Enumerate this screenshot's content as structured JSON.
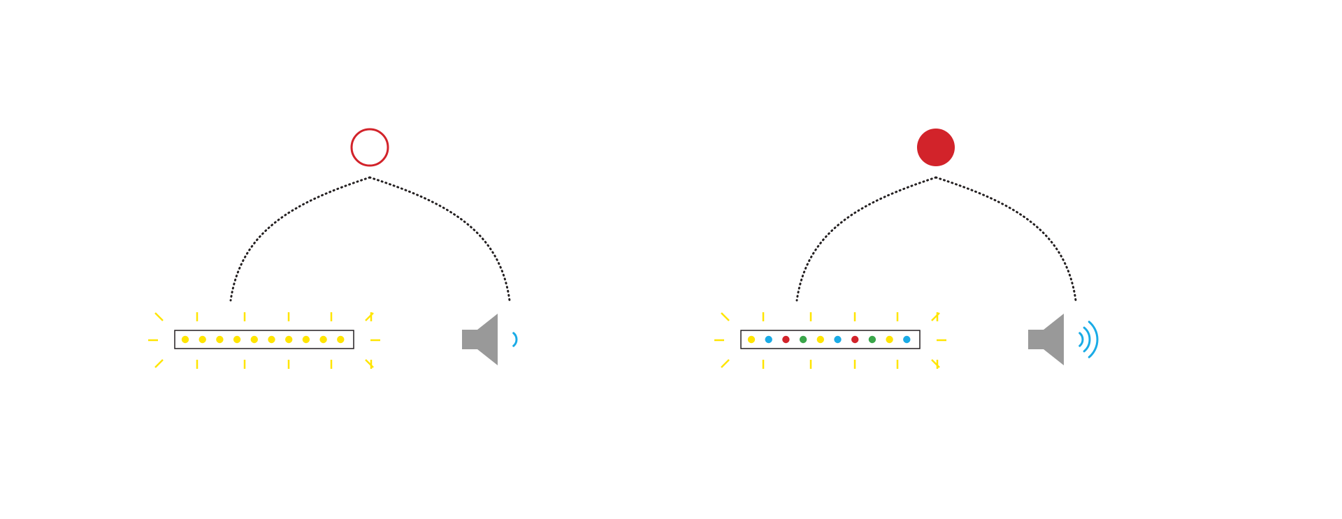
{
  "colors": {
    "background": "#ffffff",
    "button_red": "#d2232a",
    "bar_outline": "#231f20",
    "connector": "#231f20",
    "glow_yellow": "#ffe500",
    "led_yellow": "#ffe500",
    "led_blue": "#1aabe6",
    "led_red": "#d2232a",
    "led_green": "#3aa64a",
    "speaker_gray": "#999999",
    "sound_wave_blue": "#1aabe6"
  },
  "panels": [
    {
      "state": "off",
      "button": {
        "icon": "circle-outline-icon",
        "filled": false
      },
      "light_bar": {
        "icon": "led-light-bar-icon",
        "leds": [
          "yellow",
          "yellow",
          "yellow",
          "yellow",
          "yellow",
          "yellow",
          "yellow",
          "yellow",
          "yellow",
          "yellow"
        ]
      },
      "speaker": {
        "icon": "speaker-icon",
        "sound_waves": 1
      }
    },
    {
      "state": "on",
      "button": {
        "icon": "circle-filled-icon",
        "filled": true
      },
      "light_bar": {
        "icon": "led-light-bar-icon",
        "leds": [
          "yellow",
          "blue",
          "red",
          "green",
          "yellow",
          "blue",
          "red",
          "green",
          "yellow",
          "blue"
        ]
      },
      "speaker": {
        "icon": "speaker-icon",
        "sound_waves": 3
      }
    }
  ]
}
